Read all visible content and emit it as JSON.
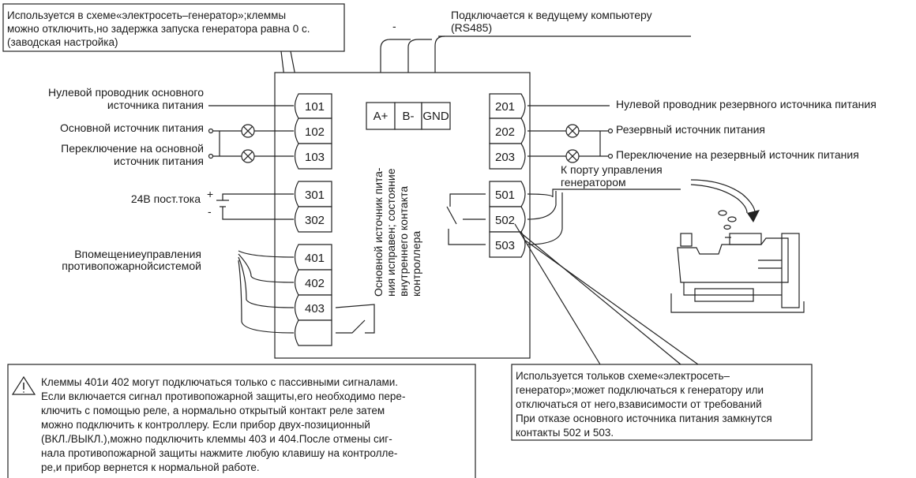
{
  "notes": {
    "top_left": [
      "Используется в схеме«электросеть–генератор»;клеммы",
      "можно отключить,но задержка запуска генератора равна 0 с.",
      "(заводская настройка)"
    ],
    "dash": "-",
    "rs485": [
      "Подключается к ведущему компьютеру",
      "(RS485)"
    ],
    "warning": [
      "Клеммы 401и 402 могут подключаться только с пассивными сигналами.",
      "Если включается сигнал противопожарной защиты,его необходимо пере-",
      "ключить с помощью реле, а нормально открытый контакт реле затем",
      "можно подключить к контроллеру. Если прибор двух-позиционный",
      "(ВКЛ./ВЫКЛ.),можно подключить клеммы 403 и 404.После отмены сиг-",
      "нала противопожарной защиты нажмите любую клавишу на контролле-",
      "ре,и прибор вернется к нормальной работе."
    ],
    "bottom_right": [
      "Используется  тольков схеме«электросеть–",
      "генератор»;может подключаться к генератору или",
      "отключаться от него,взависимости от требований",
      "При отказе основного источника питания замкнутся",
      "контакты 502 и 503."
    ],
    "center_vertical": [
      "Основной источник пита-",
      "ния исправен; состояние",
      "внутреннего контакта",
      "контроллера"
    ]
  },
  "left_labels": {
    "main_neutral": [
      "Нулевой проводник основного",
      "источника питания"
    ],
    "main_power": "Основной источник питания",
    "switch_main": [
      "Переключение на основной",
      "источник питания"
    ],
    "dc24": "24В пост.тока",
    "plus": "+",
    "minus": "-",
    "fire": [
      "Впомещениеуправления",
      "противопожарнойсистемой"
    ]
  },
  "right_labels": {
    "reserve_neutral": "Нулевой проводник резервного источника питания",
    "reserve_power": "Резервный источник питания",
    "switch_reserve": "Переключение на резервный источник питания",
    "gen_port": [
      "К порту управления",
      "генератором"
    ]
  },
  "terminals_left": [
    "101",
    "102",
    "103",
    "301",
    "302",
    "401",
    "402",
    "403",
    ""
  ],
  "terminals_right": [
    "201",
    "202",
    "203",
    "501",
    "502",
    "503"
  ],
  "rs485_terminals": [
    "A+",
    "B-",
    "GND"
  ]
}
